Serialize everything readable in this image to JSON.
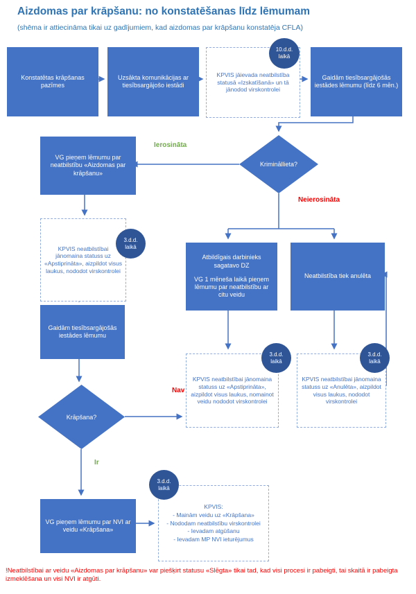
{
  "header": {
    "title": "Aizdomas par krāpšanu: no konstatēšanas līdz lēmumam",
    "subtitle": "(shēma ir attiecināma tikai uz gadījumiem, kad aizdomas par krāpšanu konstatēja CFLA)"
  },
  "colors": {
    "node_fill": "#4472C4",
    "badge_fill": "#2F5597",
    "title_text": "#2E74B5",
    "yes_green": "#70AD47",
    "no_red": "#FF0000"
  },
  "nodes": {
    "detected": "Konstatētas krāpšanas pazīmes",
    "communication": "Uzsākta komunikācijas ar tiesībsargājošo iestādi",
    "kpvis_entry": "KPVIS jāievada neatbilstība statusā «Izskatīšanā» un tā jānodod virskontrolei",
    "wait_6m": "Gaidām tiesībsargājošās iestādes lēmumu (līdz 6 mēn.)",
    "criminal_q": "Krimināllieta?",
    "vg_suspicion": "VG pieņem lēmumu par neatbilstību «Aizdomas par krāpšanu»",
    "kpvis_apstiprinata": "KPVIS neatbilstībai jānomaina statuss uz «Apstiprināta», aizpildot visus laukus, nododot virskontrolei",
    "wait_decision": "Gaidām tiesībsargājošās iestādes lēmumu",
    "fraud_q": "Krāpšana?",
    "vg_fraud": "VG pieņem lēmumu par NVI ar veidu «Krāpšana»",
    "responsible_1": "Atbildīgais darbinieks sagatavo DZ",
    "responsible_2": "VG 1 mēneša laikā pieņem lēmumu par neatbilstību ar citu veidu",
    "annulled": "Neatbilstība tiek anulēta",
    "kpvis_change_type": "KPVIS neatbilstībai jānomaina statuss uz «Apstiprināta», aizpildot visus laukus, nomainot veidu nododot virskontrolei",
    "kpvis_anuleta": "KPVIS neatbilstībai jānomaina statuss uz «Anulēta», aizpildot visus laukus, nododot virskontrolei",
    "kpvis_final_title": "KPVIS:",
    "kpvis_final_items": [
      "- Mainām veidu uz «Krāpšana»",
      "- Nododam neatbilstību virskontrolei",
      "- Ievadam atgūšanu",
      "- Ievadam MP NVI ieturējumus"
    ]
  },
  "badges": {
    "entry_deadline": "10.d.d.\nlaikā",
    "three_days": "3.d.d.\nlaikā"
  },
  "labels": {
    "initiated": "Ierosināta",
    "not_initiated": "Neierosināta",
    "no": "Nav",
    "yes": "Ir"
  },
  "footnote": "!Neatbilstībai ar veidu «Aizdomas par krāpšanu» var piešķirt statusu «Slēgta» tikai tad, kad visi procesi ir pabeigti, tai skaitā ir pabeigta izmeklēšana un visi NVI ir atgūti."
}
